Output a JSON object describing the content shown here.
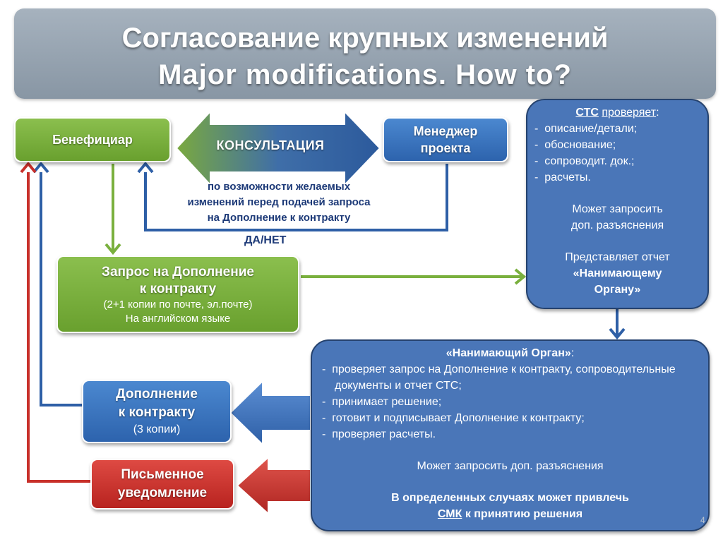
{
  "title": {
    "line1": "Согласование крупных изменений",
    "line2": "Major modifications. How to?"
  },
  "beneficiary": "Бенефициар",
  "consultation": "КОНСУЛЬТАЦИЯ",
  "manager": {
    "line1": "Менеджер",
    "line2": "проекта"
  },
  "consult_note": {
    "line1": "по возможности желаемых",
    "line2": "изменений перед подачей запроса",
    "line3": "на Дополнение к контракту"
  },
  "yes_no": "ДА/НЕТ",
  "request": {
    "line1": "Запрос на Дополнение",
    "line2": "к контракту",
    "line3": "(2+1 копии по почте, эл.почте)",
    "line4": "На английском языке"
  },
  "addendum": {
    "line1": "Дополнение",
    "line2": "к контракту",
    "line3": "(3 копии)"
  },
  "written_notice": {
    "line1": "Письменное",
    "line2": "уведомление"
  },
  "ctc": {
    "subject": "СТС",
    "verb": "проверяет",
    "colon": ":",
    "items": [
      "описание/детали;",
      "обоснование;",
      "сопроводит. док.;",
      "расчеты."
    ],
    "may_request": {
      "line1": "Может запросить",
      "line2": "доп. разъяснения"
    },
    "report": {
      "line1": "Представляет отчет",
      "line2": "«Нанимающему",
      "line3": "Органу»"
    }
  },
  "contracting_authority": {
    "title": "«Нанимающий Орган»",
    "colon": ":",
    "items": [
      "проверяет запрос на Дополнение к контракту, сопроводительные документы и отчет СТС;",
      "принимает решение;",
      "готовит и подписывает Дополнение к контракту;",
      "проверяет расчеты."
    ],
    "may_request": "Может запросить доп. разъяснения",
    "smk_line1": "В определенных случаях может привлечь",
    "smk_word": "СМК",
    "smk_rest": "к принятию решения"
  },
  "slide_number": "4",
  "colors": {
    "title_bar": "#96a3b0",
    "green": "#7ab03e",
    "blue": "#3a73bf",
    "red": "#c8302a",
    "info_blue": "#4a76b8",
    "dark_blue_text": "#1d3a78"
  }
}
